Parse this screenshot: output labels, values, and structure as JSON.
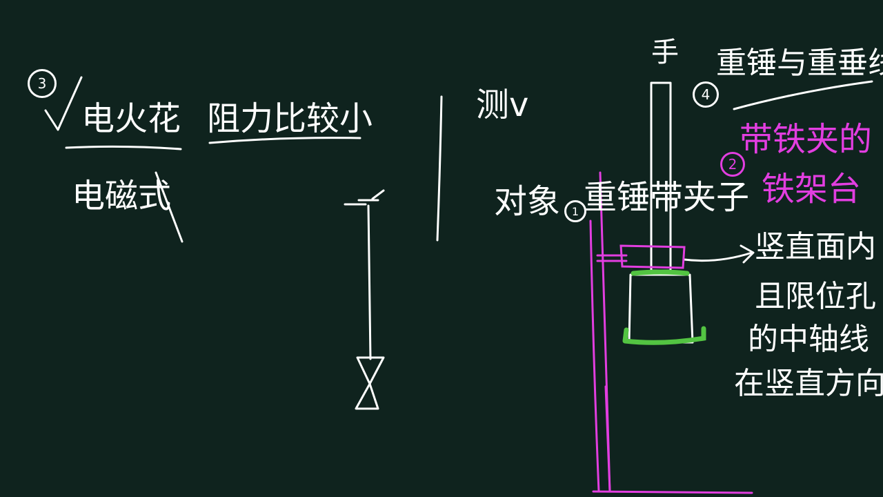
{
  "background": "#0f231e",
  "colors": {
    "chalk": "#ffffff",
    "magenta": "#e23ee0",
    "green": "#53c442"
  },
  "notes": {
    "n3": "3",
    "check_icon": "check-mark",
    "spark": "电火花",
    "spark_tail": "阻力比较小",
    "electromag": "电磁式",
    "measure": "测v",
    "object": "对象",
    "n1": "1",
    "weight_clip": "重锤带夹子",
    "n4": "4",
    "plumb": "重锤与重垂线",
    "n2": "2",
    "stand_line1": "带铁夹的",
    "stand_line2": "铁架台",
    "vertical_line1": "竖直面内",
    "vertical_line2": "且限位孔",
    "vertical_line3": "的中轴线",
    "vertical_line4": "在竖直方向",
    "top_mark": "手"
  }
}
